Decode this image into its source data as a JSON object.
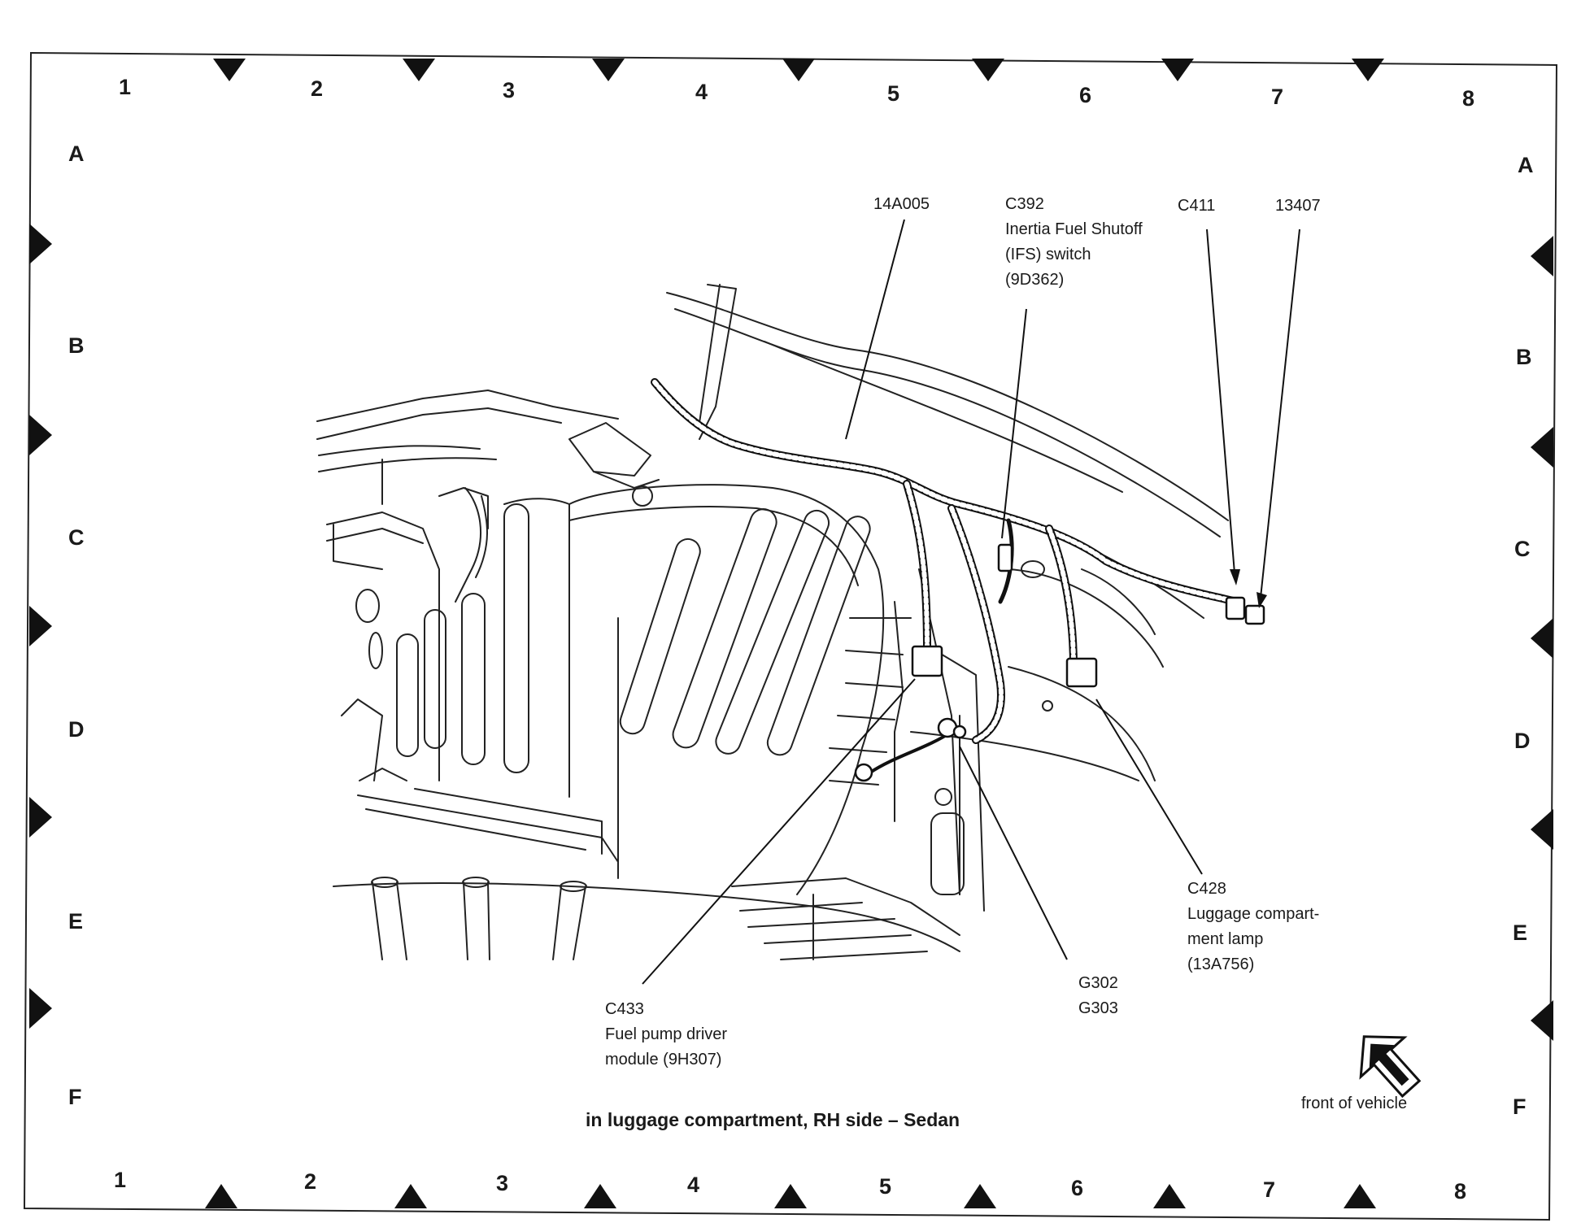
{
  "grid": {
    "top_numbers": [
      "1",
      "2",
      "3",
      "4",
      "5",
      "6",
      "7",
      "8"
    ],
    "bottom_numbers": [
      "1",
      "2",
      "3",
      "4",
      "5",
      "6",
      "7",
      "8"
    ],
    "left_letters": [
      "A",
      "B",
      "C",
      "D",
      "E",
      "F"
    ],
    "right_letters": [
      "A",
      "B",
      "C",
      "D",
      "E",
      "F"
    ]
  },
  "callouts": {
    "c14a005": {
      "line1": "14A005"
    },
    "c392": {
      "line1": "C392",
      "line2": "Inertia Fuel Shutoff",
      "line3": "(IFS) switch",
      "line4": "(9D362)"
    },
    "c411": {
      "line1": "C411"
    },
    "c13407": {
      "line1": "13407"
    },
    "c428": {
      "line1": "C428",
      "line2": "Luggage compart-",
      "line3": "ment lamp",
      "line4": "(13A756)"
    },
    "g302": {
      "line1": "G302",
      "line2": "G303"
    },
    "c433": {
      "line1": "C433",
      "line2": "Fuel pump driver",
      "line3": "module (9H307)"
    }
  },
  "caption": "in luggage compartment, RH side – Sedan",
  "front_label": "front of vehicle"
}
